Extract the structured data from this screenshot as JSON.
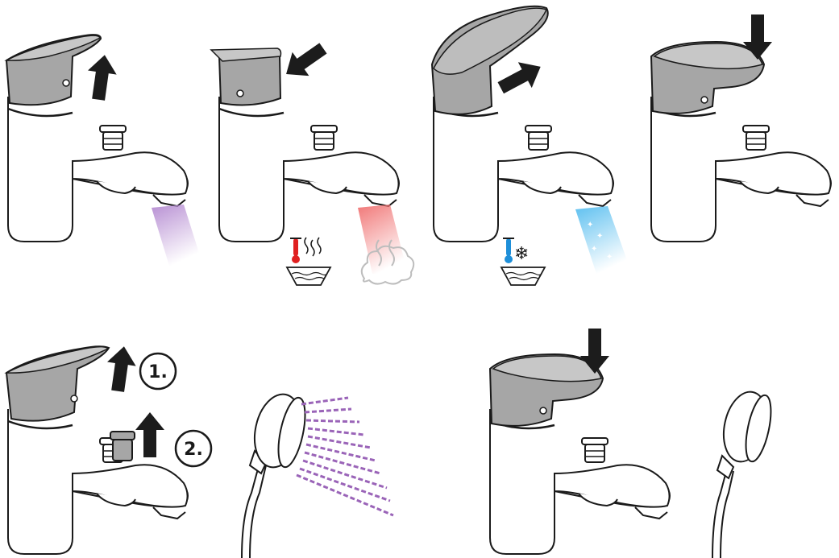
{
  "diagram": {
    "panels": [
      {
        "id": "panel-1",
        "action": "lift-lever-up",
        "flow": "mixed"
      },
      {
        "id": "panel-2",
        "action": "turn-lever-left",
        "flow": "hot",
        "symbol": "hot-water-symbol"
      },
      {
        "id": "panel-3",
        "action": "turn-lever-right",
        "flow": "cold",
        "symbol": "cold-water-symbol"
      },
      {
        "id": "panel-4",
        "action": "push-lever-down",
        "flow": "off"
      },
      {
        "id": "panel-5",
        "action": "lift-lever-and-pull-diverter",
        "flow": "shower"
      },
      {
        "id": "panel-6",
        "action": "push-lever-down",
        "flow": "off"
      }
    ],
    "step_labels": [
      "1.",
      "2."
    ],
    "colors": {
      "outline": "#1a1a1a",
      "lever": "#a6a6a6",
      "lever_highlight": "#c7c7c7",
      "arrow": "#1c1c1c",
      "mixed_stream": "#b48ad1",
      "hot_stream": "#f08080",
      "cold_stream": "#6ec6ef",
      "hot_thermometer": "#e02020",
      "cold_thermometer": "#1e8fd9",
      "steam": "#bdbdbd",
      "shower_spray": "#9a64b8"
    }
  }
}
